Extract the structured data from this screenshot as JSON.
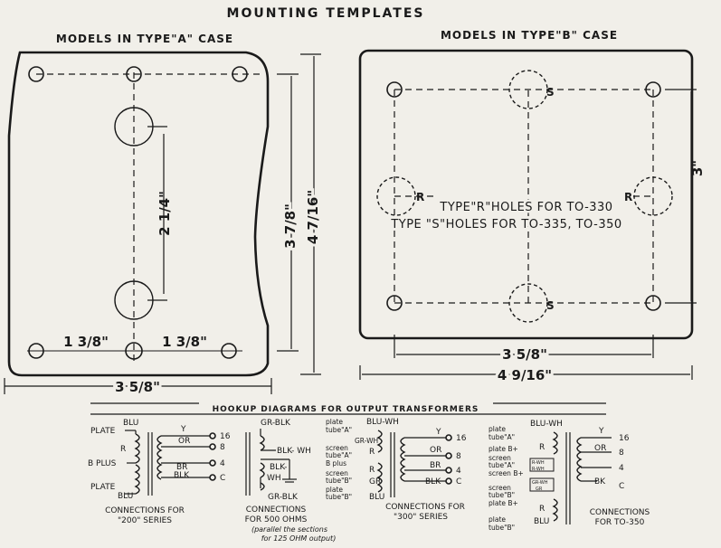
{
  "title": "MOUNTING TEMPLATES",
  "left": {
    "heading": "MODELS IN TYPE\"A\" CASE",
    "dim_bottom": "3 5/8\"",
    "dim_span_left": "1 3/8\"",
    "dim_span_right": "1 3/8\"",
    "dim_center": "2 1/4\"",
    "dim_height_inner": "3 7/8\"",
    "dim_height_outer": "4 7/16\""
  },
  "right": {
    "heading": "MODELS IN TYPE\"B\" CASE",
    "note_r": "TYPE\"R\"HOLES FOR TO-330",
    "note_s": "TYPE \"S\"HOLES FOR TO-335, TO-350",
    "label_s": "S",
    "label_r": "R",
    "dim_width_inner": "3 5/8\"",
    "dim_width_outer": "4 9/16\"",
    "dim_height": "3\""
  },
  "hookup": {
    "heading": "HOOKUP DIAGRAMS FOR OUTPUT TRANSFORMERS",
    "d200": {
      "plate_top": "PLATE",
      "blu_top": "BLU",
      "r": "R",
      "bplus": "B PLUS",
      "plate_bot": "PLATE",
      "blu_bot": "BLU",
      "y": "Y",
      "or": "OR",
      "br": "BR",
      "blk": "BLK",
      "t16": "16",
      "t8": "8",
      "t4": "4",
      "tc": "C",
      "caption1": "CONNECTIONS FOR",
      "caption2": "\"200\" SERIES"
    },
    "d500": {
      "gr_blk_top": "GR-BLK",
      "blk_wh": "BLK- WH",
      "blk": "BLK-",
      "wh": "WH",
      "gr_blk_bot": "GR-BLK",
      "caption1": "CONNECTIONS",
      "caption2": "FOR 500 OHMS",
      "caption3": "(parallel the sections",
      "caption4": "for 125 OHM output)"
    },
    "d300": {
      "plate_a1": "plate",
      "plate_a2": "tube\"A\"",
      "blu_wh": "BLU-WH",
      "gr_wh": "GR-WH",
      "r_top": "R",
      "screen_a1": "screen",
      "screen_a2": "tube\"A\"",
      "bplus": "B plus",
      "screen_b1": "screen",
      "screen_b2": "tube\"B\"",
      "r_bot": "R",
      "gr": "GR",
      "plate_b1": "plate",
      "plate_b2": "tube\"B\"",
      "blu": "BLU",
      "y": "Y",
      "or": "OR",
      "br": "BR",
      "blk": "BLK",
      "t16": "16",
      "t8": "8",
      "t4": "4",
      "tc": "C",
      "caption1": "CONNECTIONS FOR",
      "caption2": "\"300\" SERIES"
    },
    "d350": {
      "plate_a1": "plate",
      "plate_a2": "tube\"A\"",
      "blu_wh": "BLU-WH",
      "r_top": "R",
      "plate_bplus": "plate B+",
      "screen_a1": "screen",
      "screen_a2": "tube\"A\"",
      "screen_bplus": "screen B+",
      "sw": "R-WH",
      "gr_wh": "GR-WH",
      "gr": "GR",
      "screen_b1": "screen",
      "screen_b2": "tube\"B\"",
      "plate_bplus2": "plate B+",
      "r_bot": "R",
      "plate_b1": "plate",
      "plate_b2": "tube\"B\"",
      "blu": "BLU",
      "y": "Y",
      "or": "OR",
      "bk": "BK",
      "t16": "16",
      "t8": "8",
      "t4": "4",
      "tc": "C",
      "caption1": "CONNECTIONS",
      "caption2": "FOR TO-350"
    }
  }
}
